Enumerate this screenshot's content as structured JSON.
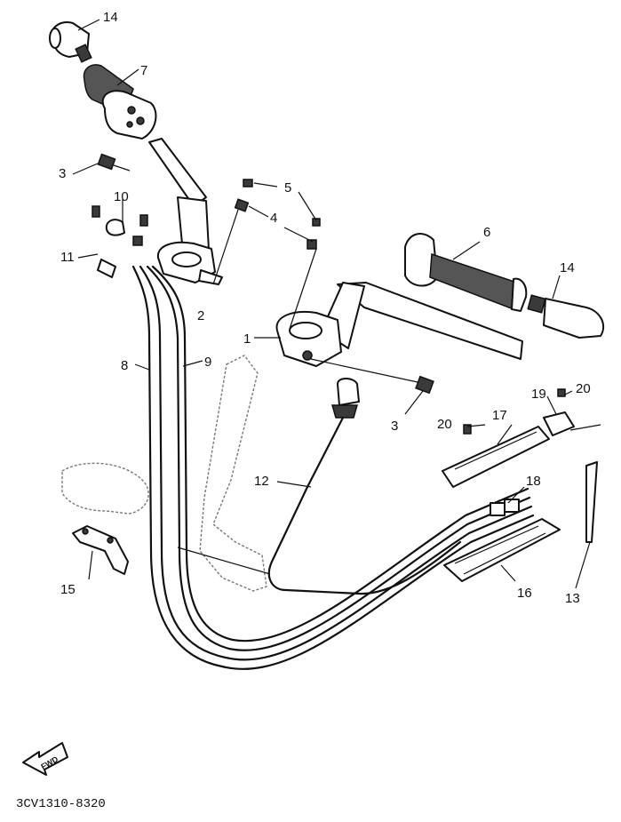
{
  "diagram": {
    "callouts": [
      {
        "id": "c14a",
        "label": "14"
      },
      {
        "id": "c7",
        "label": "7"
      },
      {
        "id": "c3a",
        "label": "3"
      },
      {
        "id": "c10",
        "label": "10"
      },
      {
        "id": "c11",
        "label": "11"
      },
      {
        "id": "c5",
        "label": "5"
      },
      {
        "id": "c4",
        "label": "4"
      },
      {
        "id": "c2",
        "label": "2"
      },
      {
        "id": "c6",
        "label": "6"
      },
      {
        "id": "c14b",
        "label": "14"
      },
      {
        "id": "c1",
        "label": "1"
      },
      {
        "id": "c8",
        "label": "8"
      },
      {
        "id": "c9",
        "label": "9"
      },
      {
        "id": "c3b",
        "label": "3"
      },
      {
        "id": "c19",
        "label": "19"
      },
      {
        "id": "c20a",
        "label": "20"
      },
      {
        "id": "c20b",
        "label": "20"
      },
      {
        "id": "c17",
        "label": "17"
      },
      {
        "id": "c12",
        "label": "12"
      },
      {
        "id": "c18",
        "label": "18"
      },
      {
        "id": "c15",
        "label": "15"
      },
      {
        "id": "c16",
        "label": "16"
      },
      {
        "id": "c13",
        "label": "13"
      }
    ],
    "fwd_label": "FWD",
    "part_number": "3CV1310-8320"
  }
}
